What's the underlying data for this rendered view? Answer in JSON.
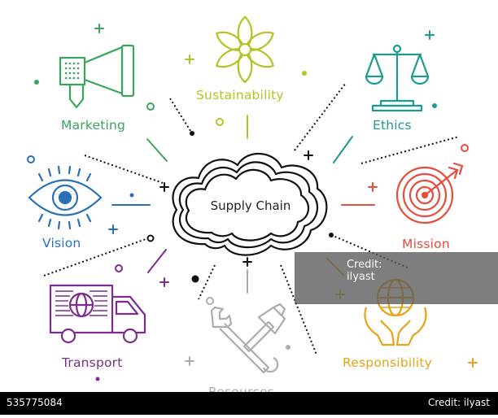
{
  "center": {
    "label": "Supply Chain"
  },
  "nodes": {
    "marketing": {
      "label": "Marketing",
      "color": "#3aa35c"
    },
    "sustainability": {
      "label": "Sustainability",
      "color": "#b5c322"
    },
    "ethics": {
      "label": "Ethics",
      "color": "#1b9c8e"
    },
    "vision": {
      "label": "Vision",
      "color": "#2a6fb8"
    },
    "mission": {
      "label": "Mission",
      "color": "#e74c3c"
    },
    "transport": {
      "label": "Transport",
      "color": "#7b2d8b"
    },
    "resources": {
      "label": "Resources",
      "color": "#a9adb1"
    },
    "responsibility": {
      "label": "Responsibility",
      "color": "#e8a317"
    }
  },
  "watermark": {
    "lines": [
      "Credit:",
      "ilyast"
    ]
  },
  "footer": {
    "id": "535775084",
    "credit": "Credit: ilyast"
  }
}
